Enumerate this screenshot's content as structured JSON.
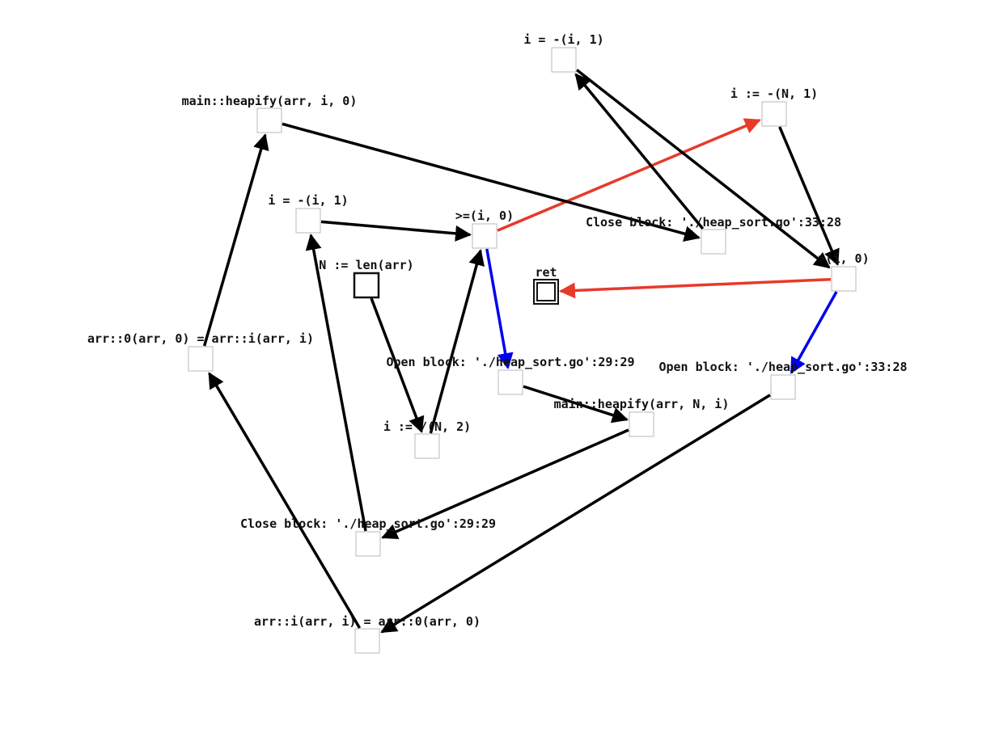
{
  "nodes": [
    {
      "id": "n_dec_i_top",
      "label": "i = -(i, 1)"
    },
    {
      "id": "n_init_i",
      "label": "i := -(N, 1)"
    },
    {
      "id": "n_heapify_i0",
      "label": "main::heapify(arr, i, 0)"
    },
    {
      "id": "n_dec_i_mid",
      "label": "i = -(i, 1)"
    },
    {
      "id": "n_ge_i0",
      "label": ">=(i, 0)"
    },
    {
      "id": "n_close33",
      "label": "Close block: './heap_sort.go':33:28"
    },
    {
      "id": "n_len",
      "label": "N := len(arr)"
    },
    {
      "id": "n_gt_i0",
      "label": ">(i, 0)"
    },
    {
      "id": "n_ret",
      "label": "ret"
    },
    {
      "id": "n_swap_a",
      "label": "arr::0(arr, 0) = arr::i(arr, i)"
    },
    {
      "id": "n_open29",
      "label": "Open block: './heap_sort.go':29:29"
    },
    {
      "id": "n_open33",
      "label": "Open block: './heap_sort.go':33:28"
    },
    {
      "id": "n_heapify_Ni",
      "label": "main::heapify(arr, N, i)"
    },
    {
      "id": "n_half",
      "label": "i := /(N, 2)"
    },
    {
      "id": "n_close29",
      "label": "Close block: './heap_sort.go':29:29"
    },
    {
      "id": "n_swap_b",
      "label": "arr::i(arr, i) = arr::0(arr, 0)"
    }
  ],
  "edges": [
    {
      "from": "n_len",
      "to": "n_half",
      "kind": "normal"
    },
    {
      "from": "n_half",
      "to": "n_ge_i0",
      "kind": "normal"
    },
    {
      "from": "n_ge_i0",
      "to": "n_open29",
      "kind": "true"
    },
    {
      "from": "n_ge_i0",
      "to": "n_init_i",
      "kind": "false"
    },
    {
      "from": "n_open29",
      "to": "n_heapify_Ni",
      "kind": "normal"
    },
    {
      "from": "n_heapify_Ni",
      "to": "n_close29",
      "kind": "normal"
    },
    {
      "from": "n_close29",
      "to": "n_dec_i_mid",
      "kind": "normal"
    },
    {
      "from": "n_dec_i_mid",
      "to": "n_ge_i0",
      "kind": "normal"
    },
    {
      "from": "n_init_i",
      "to": "n_gt_i0",
      "kind": "normal"
    },
    {
      "from": "n_gt_i0",
      "to": "n_open33",
      "kind": "true"
    },
    {
      "from": "n_gt_i0",
      "to": "n_ret",
      "kind": "false"
    },
    {
      "from": "n_open33",
      "to": "n_swap_b",
      "kind": "normal"
    },
    {
      "from": "n_swap_b",
      "to": "n_swap_a",
      "kind": "normal"
    },
    {
      "from": "n_swap_a",
      "to": "n_heapify_i0",
      "kind": "normal"
    },
    {
      "from": "n_heapify_i0",
      "to": "n_close33",
      "kind": "normal"
    },
    {
      "from": "n_close33",
      "to": "n_dec_i_top",
      "kind": "normal"
    },
    {
      "from": "n_dec_i_top",
      "to": "n_gt_i0",
      "kind": "normal"
    }
  ],
  "edge_colors": {
    "normal": "#000000",
    "true": "#0000ee",
    "false": "#e8392b"
  }
}
